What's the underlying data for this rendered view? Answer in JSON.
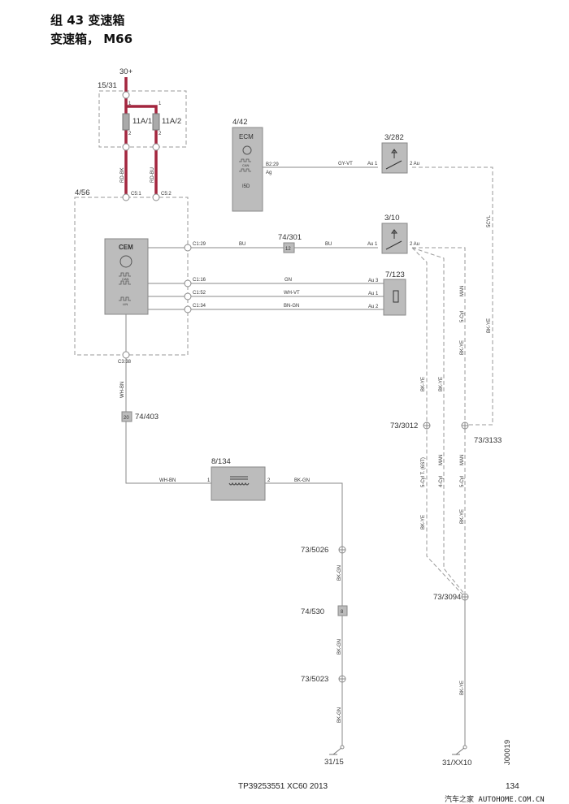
{
  "header": {
    "line1": "组 43 变速箱",
    "line2": "变速箱， M66"
  },
  "colors": {
    "power_wire": "#a3263f",
    "component_fill": "#bcbcbc",
    "wire": "#8a8a8a"
  },
  "supply": "30+",
  "fuse_box": {
    "id": "15/31",
    "fuses": [
      "11A/1",
      "11A/2"
    ],
    "pin1": "1",
    "pin2": "2"
  },
  "power_wires": [
    "RD-BK",
    "RD-BU"
  ],
  "cem_box": {
    "id": "4/56",
    "pins_top": [
      "C5:1",
      "C5:2"
    ],
    "pins_right": [
      "C1:29",
      "C1:16",
      "C1:52",
      "C1:34"
    ],
    "pin_bottom": "C3:38"
  },
  "cem": {
    "name": "CEM",
    "can": "CAN",
    "lin": "LIN"
  },
  "ecm": {
    "id": "4/42",
    "name": "ECM",
    "can": "CAN",
    "i5d": "I5D",
    "pin": "B2:29",
    "pin_type": "Ag"
  },
  "wires": {
    "gy_vt": "GY-VT",
    "bu": "BU",
    "gn": "GN",
    "wh_vt": "WH-VT",
    "bn_gn": "BN-GN",
    "wh_bn": "WH-BN",
    "bk_gn": "BK-GN",
    "bk_ye": "BK-YE"
  },
  "connector_74_301": {
    "id": "74/301",
    "pin": "12"
  },
  "connector_74_403": {
    "id": "74/403",
    "pin": "20"
  },
  "connector_74_530": {
    "id": "74/530",
    "pin": "8"
  },
  "switch_3_282": {
    "id": "3/282",
    "pin1": "Au 1",
    "pin2": "2  Au"
  },
  "switch_3_10": {
    "id": "3/10",
    "pin1": "Au 1",
    "pin2": "2  Au"
  },
  "sensor_7_123": {
    "id": "7/123",
    "pins": [
      "Au 3",
      "Au 1",
      "Au 2"
    ]
  },
  "solenoid_8_134": {
    "id": "8/134",
    "pin1": "1",
    "pin2": "2"
  },
  "variant_labels": {
    "cyl5": "5CYL",
    "man": "MAN",
    "cyl5b": "5-Cyl",
    "cyl4": "4-Cyl",
    "cyl5t": "5-Cyl T. (6ST)"
  },
  "splices": [
    "73/3012",
    "73/3133",
    "73/3094",
    "73/5026",
    "73/5023"
  ],
  "grounds": [
    "31/15",
    "31/XX10"
  ],
  "diagram_code": "J00019",
  "footer": {
    "doc": "TP39253551 XC60 2013",
    "page": "134",
    "watermark": "汽车之家 AUTOHOME.COM.CN"
  }
}
